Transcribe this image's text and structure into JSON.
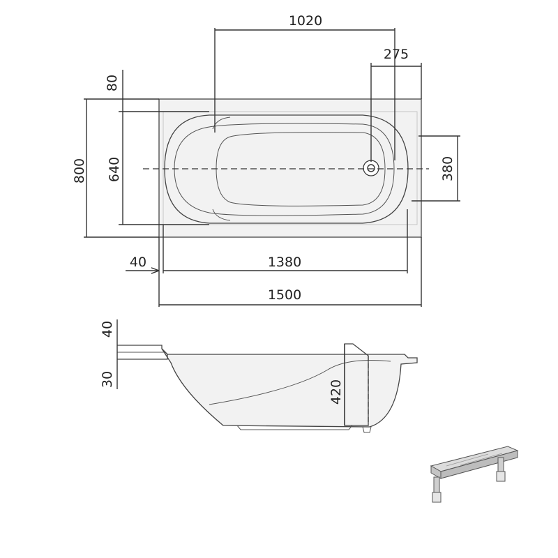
{
  "top_view": {
    "dims": {
      "d1020": "1020",
      "d275": "275",
      "d80": "80",
      "d800": "800",
      "d640": "640",
      "d380": "380",
      "d40": "40",
      "d1380": "1380",
      "d1500": "1500"
    }
  },
  "side_view": {
    "dims": {
      "d40": "40",
      "d30": "30",
      "d420": "420"
    }
  },
  "colors": {
    "tub_fill": "#f2f2f2",
    "line": "#333333"
  }
}
